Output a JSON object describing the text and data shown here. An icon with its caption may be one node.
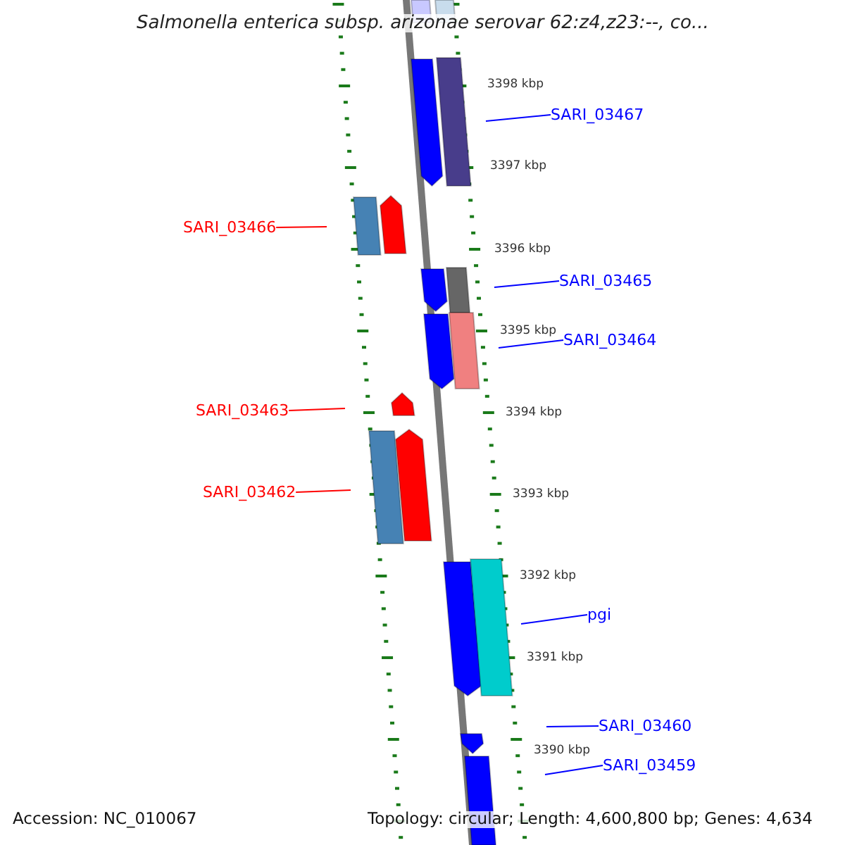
{
  "diagram": {
    "title": "Salmonella enterica subsp. arizonae serovar 62:z4,z23:--, co...",
    "nodes": [
      {
        "text": [
          "SARI_03467"
        ]
      },
      {
        "text": [
          "SARI_03466"
        ]
      },
      {
        "text": [
          "SARI_03465"
        ]
      },
      {
        "text": [
          "SARI_03464"
        ]
      },
      {
        "text": [
          "SARI_03463"
        ]
      },
      {
        "text": [
          "SARI_03462"
        ]
      },
      {
        "text": [
          "pgi"
        ]
      },
      {
        "text": [
          "SARI_03460"
        ]
      },
      {
        "text": [
          "SARI_03459"
        ]
      }
    ],
    "edges": [
      {
        "from": 0,
        "to": null,
        "arrow": "none"
      },
      {
        "from": 1,
        "to": null,
        "arrow": "none",
        "color": "#ff0000"
      },
      {
        "from": 2,
        "to": null,
        "arrow": "none"
      },
      {
        "from": 3,
        "to": null,
        "arrow": "none"
      },
      {
        "from": 4,
        "to": null,
        "arrow": "none",
        "color": "#ff0000"
      },
      {
        "from": 5,
        "to": null,
        "arrow": "none",
        "color": "#ff0000"
      },
      {
        "from": 6,
        "to": null,
        "arrow": "none"
      },
      {
        "from": 7,
        "to": null,
        "arrow": "none"
      },
      {
        "from": 8,
        "to": null,
        "arrow": "none"
      }
    ],
    "labels": [
      "3398 kbp",
      "3397 kbp",
      "3396 kbp",
      "3395 kbp",
      "3394 kbp",
      "3393 kbp",
      "3392 kbp",
      "3391 kbp",
      "3390 kbp",
      "Accession: NC_010067",
      "Topology: circular; Length: 4,600,800 bp; Genes: 4,634"
    ]
  }
}
